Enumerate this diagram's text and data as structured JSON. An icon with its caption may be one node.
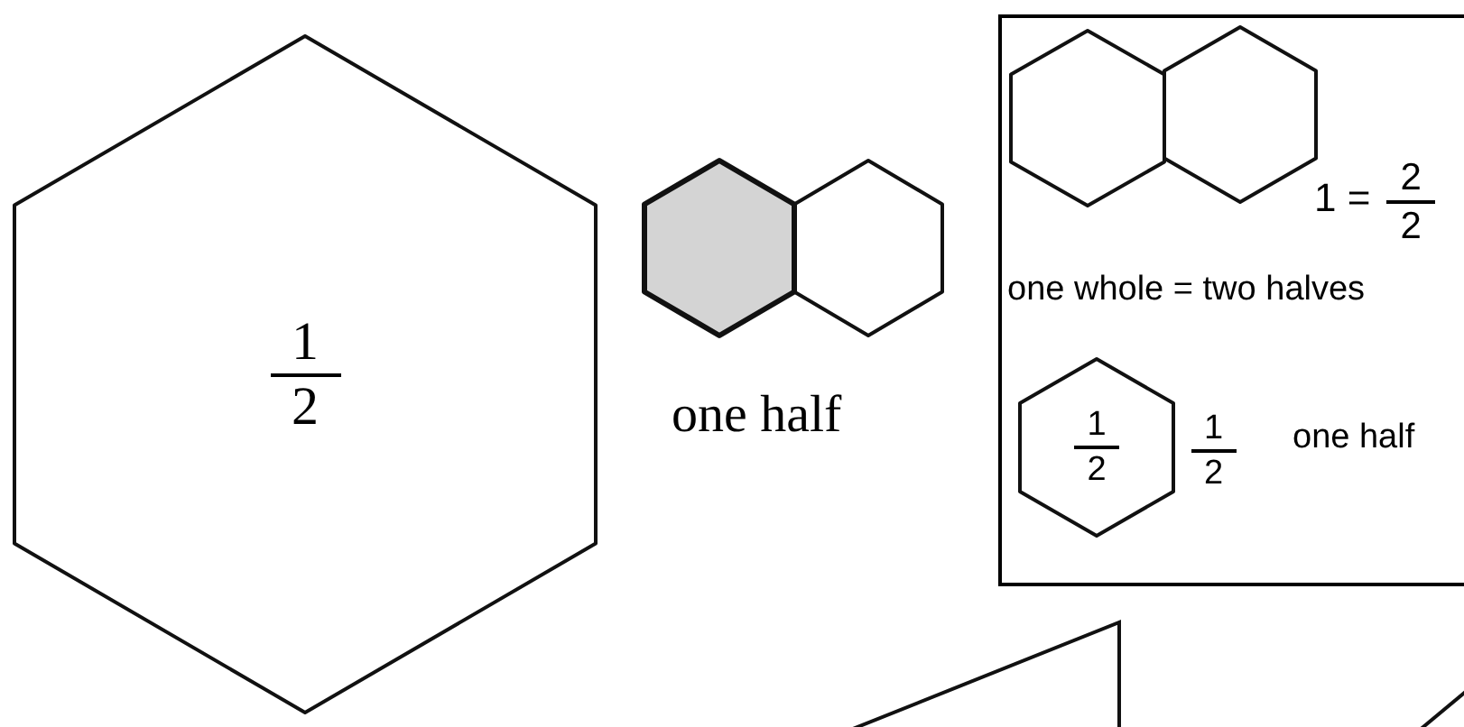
{
  "diagram": {
    "nodes": [
      {
        "text": [
          "1",
          "2"
        ]
      },
      {
        "text": [],
        "shape": "hexagon"
      },
      {
        "text": [],
        "shape": "hexagon"
      },
      {
        "text": [],
        "shape": "box"
      },
      {
        "text": [],
        "shape": "hexagon",
        "in": 3
      },
      {
        "text": [],
        "shape": "hexagon",
        "in": 3
      },
      {
        "text": [
          "1",
          "2"
        ],
        "in": 3
      },
      {
        "text": [],
        "shape": "triangle"
      },
      {
        "text": [],
        "shape": "triangle"
      }
    ],
    "labels": [
      "one half",
      "1 =",
      "2",
      "2",
      "one whole = two halves",
      "1",
      "2",
      "one half"
    ]
  }
}
